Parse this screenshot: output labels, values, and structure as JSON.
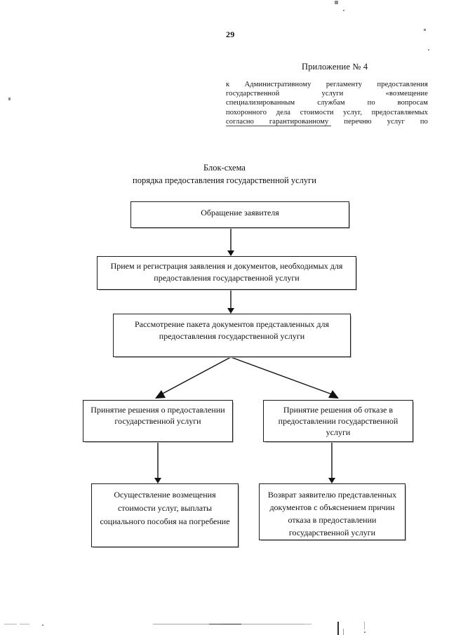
{
  "document": {
    "page_number": "29",
    "appendix_label": "Приложение № 4",
    "preamble_lines": [
      "к  Административному  регламенту  предоставления",
      "государственной       услуги        «возмещение",
      "специализированным     службам     по    вопросам",
      "похоронного    дела стоимости услуг, предоставляемых",
      "согласно   гарантированному   перечню   услуг   по"
    ]
  },
  "chart_title": {
    "line1": "Блок-схема",
    "line2": "порядка предоставления государственной услуги"
  },
  "flowchart": {
    "nodes": [
      {
        "id": "request",
        "label": "Обращение заявителя"
      },
      {
        "id": "registration",
        "label": "Прием и регистрация заявления и документов, необходимых для предоставления государственной услуги"
      },
      {
        "id": "review",
        "label": "Рассмотрение пакета документов представленных для предоставления государственной услуги"
      },
      {
        "id": "decision-grant",
        "label": "Принятие решения  о предоставлении государственной услуги"
      },
      {
        "id": "decision-refuse",
        "label": "Принятие решения   об отказе в предоставлении государственной услуги"
      },
      {
        "id": "payment",
        "label": "Осуществление возмещения стоимости услуг,  выплаты социального пособия на погребение"
      },
      {
        "id": "return",
        "label": "Возврат заявителю представленных документов с объяснением причин отказа  в  предоставлении государственной услуги"
      }
    ],
    "edges": [
      {
        "from": "request",
        "to": "registration",
        "type": "straight-down"
      },
      {
        "from": "registration",
        "to": "review",
        "type": "straight-down"
      },
      {
        "from": "review",
        "to": "decision-grant",
        "type": "diagonal-left"
      },
      {
        "from": "review",
        "to": "decision-refuse",
        "type": "diagonal-right"
      },
      {
        "from": "decision-grant",
        "to": "payment",
        "type": "straight-down"
      },
      {
        "from": "decision-refuse",
        "to": "return",
        "type": "straight-down"
      }
    ]
  },
  "colors": {
    "page_background": "#ffffff",
    "text": "#101010",
    "box_border": "#1c1c1c",
    "connector": "#121212"
  }
}
